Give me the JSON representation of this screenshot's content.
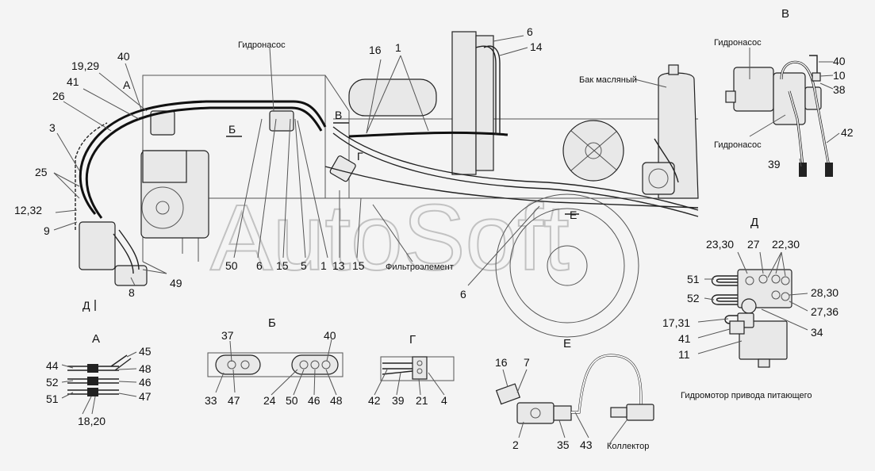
{
  "watermark": "AutoSoft",
  "captions": {
    "pump_main": "Гидронасос",
    "oil_tank": "Бак масляный",
    "filter": "Фильтроэлемент",
    "pump_b1": "Гидронасос",
    "pump_b2": "Гидронасос",
    "feeder_motor": "Гидромотор привода питающего",
    "collector": "Коллектор"
  },
  "views": {
    "A": "А",
    "B": "Б",
    "V": "В",
    "G": "Г",
    "D": "Д",
    "E": "Е"
  },
  "main_callouts": [
    "19,29",
    "40",
    "41",
    "26",
    "3",
    "25",
    "12,32",
    "9",
    "8",
    "49",
    "50",
    "6",
    "15",
    "5",
    "1",
    "13",
    "15",
    "16",
    "1",
    "6",
    "14",
    "6",
    "Б",
    "В",
    "Г",
    "А",
    "Д",
    "Е"
  ],
  "view_A_callouts": [
    "44",
    "52",
    "51",
    "18,20",
    "45",
    "48",
    "46",
    "47"
  ],
  "view_B_callouts": [
    "37",
    "33",
    "47",
    "40",
    "24",
    "50",
    "46",
    "48"
  ],
  "view_G_callouts": [
    "42",
    "39",
    "21",
    "4"
  ],
  "view_E_callouts": [
    "16",
    "7",
    "2",
    "35",
    "43"
  ],
  "view_V_callouts": [
    "40",
    "10",
    "38",
    "42",
    "39"
  ],
  "view_D_callouts": [
    "23,30",
    "27",
    "22,30",
    "51",
    "52",
    "28,30",
    "27,36",
    "17,31",
    "41",
    "11",
    "34"
  ]
}
